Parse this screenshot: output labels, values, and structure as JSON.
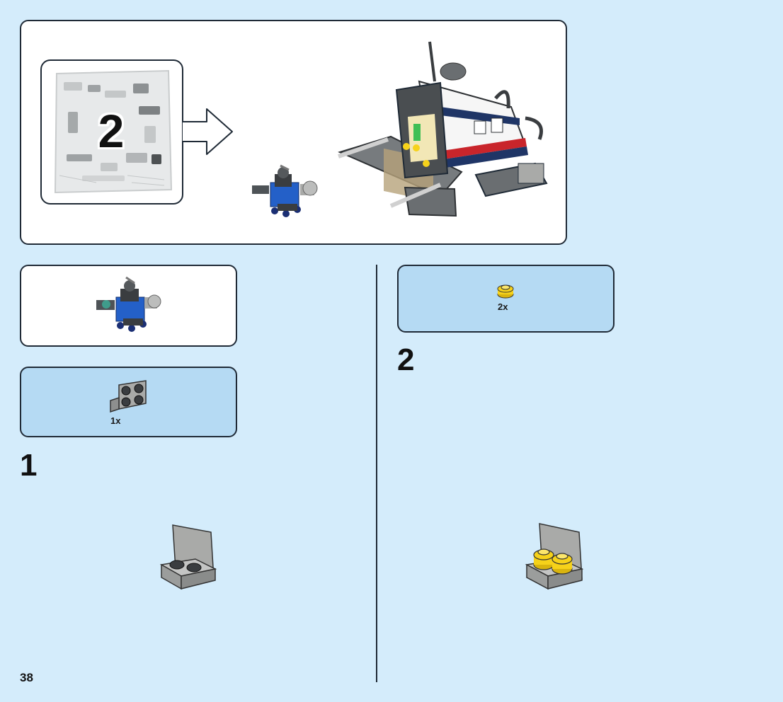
{
  "header": {
    "bag_number": "2"
  },
  "subassembly_callout": {},
  "step1": {
    "number": "1",
    "parts": [
      {
        "part": "bracket-1x2-2x2-dark-grey-plate",
        "qty": "1x"
      }
    ]
  },
  "step2": {
    "number": "2",
    "parts": [
      {
        "part": "round-plate-1x1-yellow",
        "qty": "2x"
      }
    ]
  },
  "page": {
    "number": "38"
  },
  "colors": {
    "background": "#d4ecfb",
    "parts_box": "#b5daf3",
    "border": "#1f2a36",
    "brick_yellow": "#f6d21a",
    "brick_grey": "#a9aaa8",
    "brick_dark": "#3a3d40",
    "brick_blue": "#2460c8"
  }
}
